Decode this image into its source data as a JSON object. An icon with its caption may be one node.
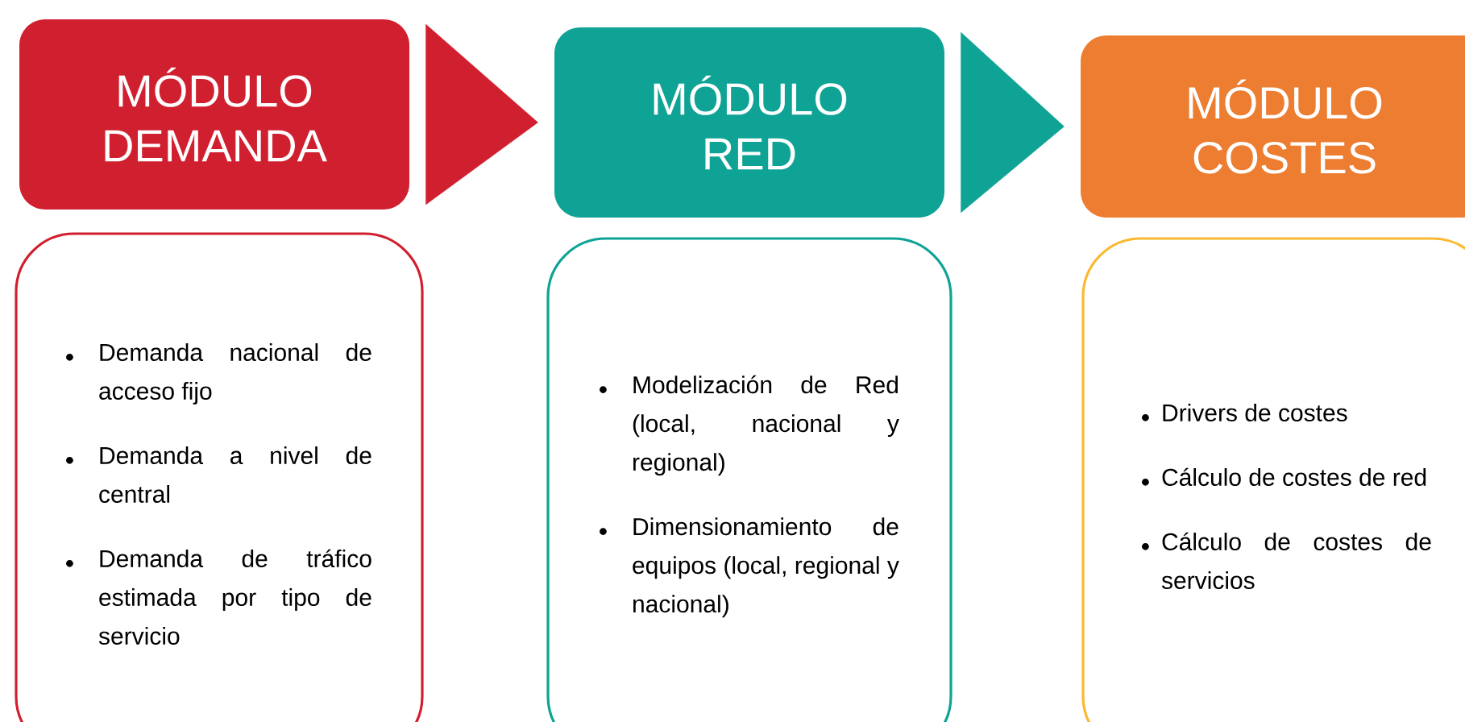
{
  "diagram": {
    "nodes": [
      {
        "text": [
          "MÓDULO DEMANDA"
        ]
      },
      {
        "text": [
          "Demanda nacional de acceso fijo",
          "Demanda a nivel de central",
          "Demanda de tráfico estimada por tipo de servicio"
        ]
      },
      {
        "text": [
          "MÓDULO RED"
        ]
      },
      {
        "text": [
          "Modelización de Red (local, nacional y regional)",
          "Dimensionamiento de equipos (local, regional y nacional)"
        ]
      },
      {
        "text": [
          "MÓDULO COSTES"
        ]
      },
      {
        "text": [
          "Drivers de costes",
          "Cálculo de costes de red",
          "Cálculo de costes de servicios"
        ]
      }
    ],
    "edges": [
      {
        "from": 0,
        "to": 2,
        "arrow": "to",
        "color": "#d0202f"
      },
      {
        "from": 2,
        "to": 4,
        "arrow": "to",
        "color": "#0fa396"
      }
    ]
  }
}
